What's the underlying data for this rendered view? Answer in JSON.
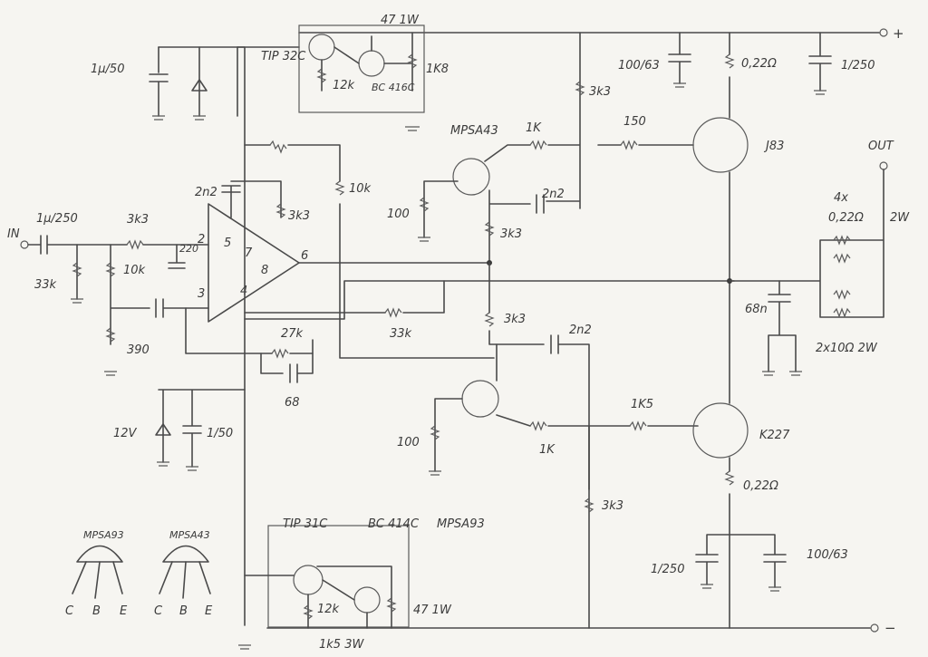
{
  "diagram": {
    "labels": {
      "in": "IN",
      "out": "OUT",
      "plus": "+",
      "minus": "−",
      "c_in": "1μ/250",
      "r_in_series": "3k3",
      "r_in_shunt": "33k",
      "r_10k_in": "10k",
      "c_220": "220",
      "r_390": "390",
      "c_2n2_op": "2n2",
      "r_3k3_op": "3k3",
      "r_10k_fb": "10k",
      "pin2": "2",
      "pin3": "3",
      "pin4": "4",
      "pin5": "5",
      "pin6": "6",
      "pin7": "7",
      "pin8": "8",
      "r_27k": "27k",
      "c_68": "68",
      "r_33k_fb": "33k",
      "c_top_supply": "1μ/50",
      "z_12v": "12V",
      "c_bot_supply": "1/50",
      "tip_top": "TIP 32C",
      "bc_top": "BC 416C",
      "r_12k_top": "12k",
      "r_47_top": "47 1W",
      "r_1k8": "1K8",
      "q_mpsa43": "MPSA43",
      "r_1k_top": "1K",
      "r_150": "150",
      "r_3k3_a": "3k3",
      "r_100_top": "100",
      "c_2n2_top": "2n2",
      "r_3k3_b": "3k3",
      "r_3k3_c": "3k3",
      "c_2n2_mid": "2n2",
      "r_1k_bot": "1K",
      "r_1k5": "1K5",
      "r_100_bot": "100",
      "r_3k3_d": "3k3",
      "c_100_63_top": "100/63",
      "r_022_top": "0,22Ω",
      "c_1_250_top": "1/250",
      "j83": "J83",
      "k227": "K227",
      "r_022_bot": "0,22Ω",
      "c_1_250_bot": "1/250",
      "c_100_63_bot": "100/63",
      "r_4x": "4x",
      "r_4x_val": "0,22Ω",
      "r_4x_w": "2W",
      "c_68n": "68n",
      "r_2x10": "2x10Ω 2W",
      "tip_bot": "TIP 31C",
      "bc_bot": "BC 414C",
      "q_mpsa93": "MPSA93",
      "r_12k_bot": "12k",
      "r_47_bot": "47 1W",
      "r_1k5_bot": "1k5 3W",
      "pin_a93": "MPSA93",
      "pin_a43": "MPSA43",
      "pins_c": "C",
      "pins_b": "B",
      "pins_e": "E"
    }
  }
}
